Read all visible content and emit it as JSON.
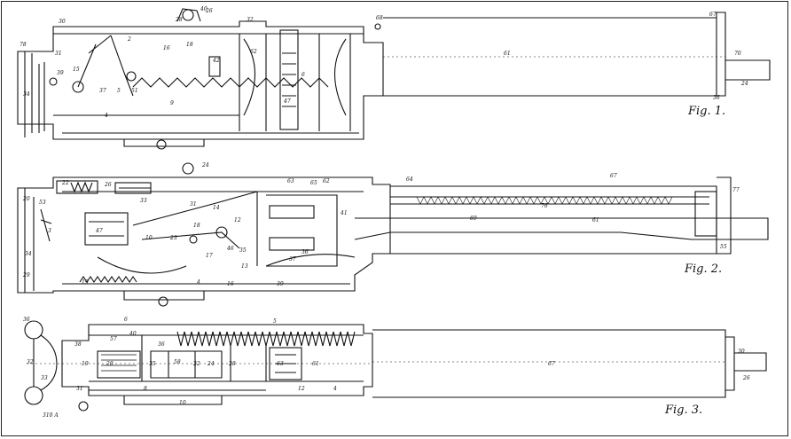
{
  "figures": [
    {
      "caption": "Fig. 1.",
      "labels": [
        "30",
        "28",
        "26",
        "32",
        "40",
        "18",
        "2",
        "16",
        "62",
        "68",
        "61",
        "67",
        "70",
        "24",
        "78",
        "31",
        "37",
        "5",
        "51",
        "15",
        "39",
        "4",
        "42",
        "47",
        "6",
        "34",
        "36",
        "9"
      ]
    },
    {
      "caption": "Fig. 2.",
      "labels": [
        "20",
        "22",
        "26",
        "24",
        "33",
        "14",
        "31",
        "12",
        "17",
        "47",
        "23",
        "10",
        "46",
        "4",
        "18",
        "53",
        "3",
        "34",
        "29",
        "19",
        "16",
        "13",
        "35",
        "39",
        "37",
        "41",
        "63",
        "65",
        "62",
        "64",
        "76",
        "77",
        "69",
        "55",
        "67",
        "36",
        "61"
      ]
    },
    {
      "caption": "Fig. 3.",
      "labels": [
        "36",
        "32",
        "33",
        "38",
        "40",
        "57",
        "19",
        "20",
        "58",
        "35",
        "22",
        "24",
        "36",
        "28",
        "63",
        "61",
        "67",
        "5",
        "6",
        "30",
        "4",
        "12",
        "10",
        "8",
        "26",
        "31",
        "310 A"
      ]
    }
  ]
}
